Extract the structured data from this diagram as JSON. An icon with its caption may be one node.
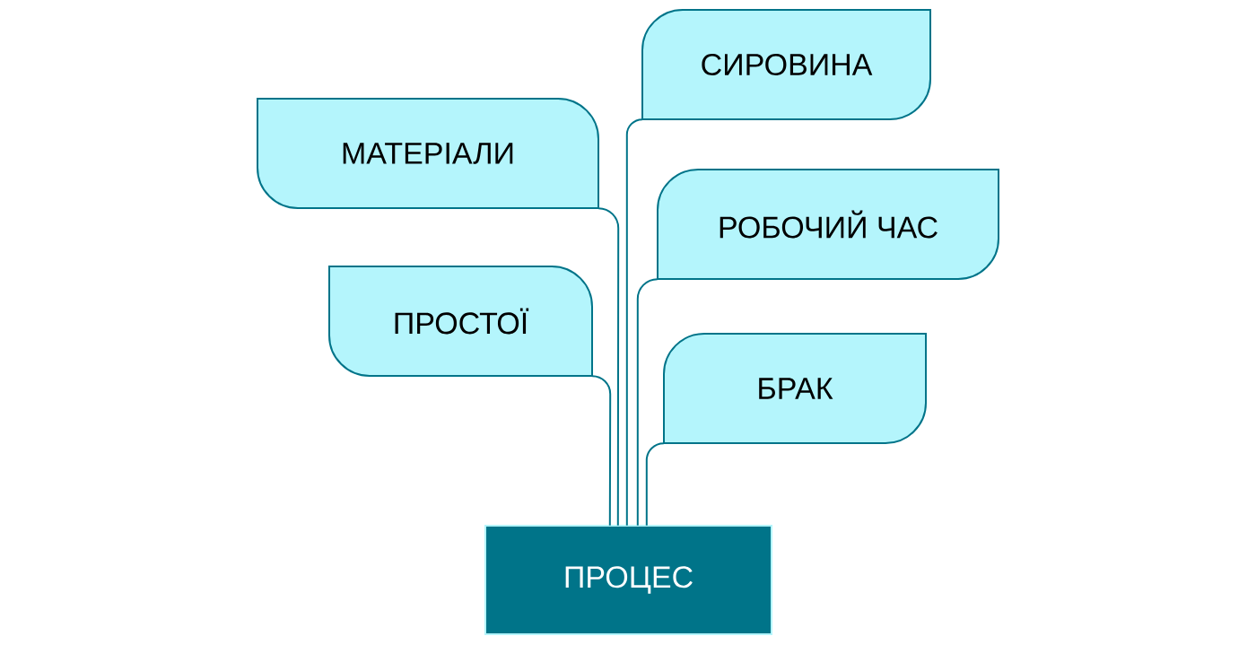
{
  "diagram": {
    "nodes": [
      {
        "text": [
          "СИРОВИНА"
        ]
      },
      {
        "text": [
          "МАТЕРІАЛИ"
        ]
      },
      {
        "text": [
          "РОБОЧИЙ ЧАС"
        ]
      },
      {
        "text": [
          "ПРОСТОЇ"
        ]
      },
      {
        "text": [
          "БРАК"
        ]
      },
      {
        "text": [
          "ПРОЦЕС"
        ]
      }
    ],
    "edges": [
      {
        "from": 0,
        "to": 5,
        "arrow": "none"
      },
      {
        "from": 1,
        "to": 5,
        "arrow": "none"
      },
      {
        "from": 2,
        "to": 5,
        "arrow": "none"
      },
      {
        "from": 3,
        "to": 5,
        "arrow": "none"
      },
      {
        "from": 4,
        "to": 5,
        "arrow": "none"
      }
    ]
  }
}
